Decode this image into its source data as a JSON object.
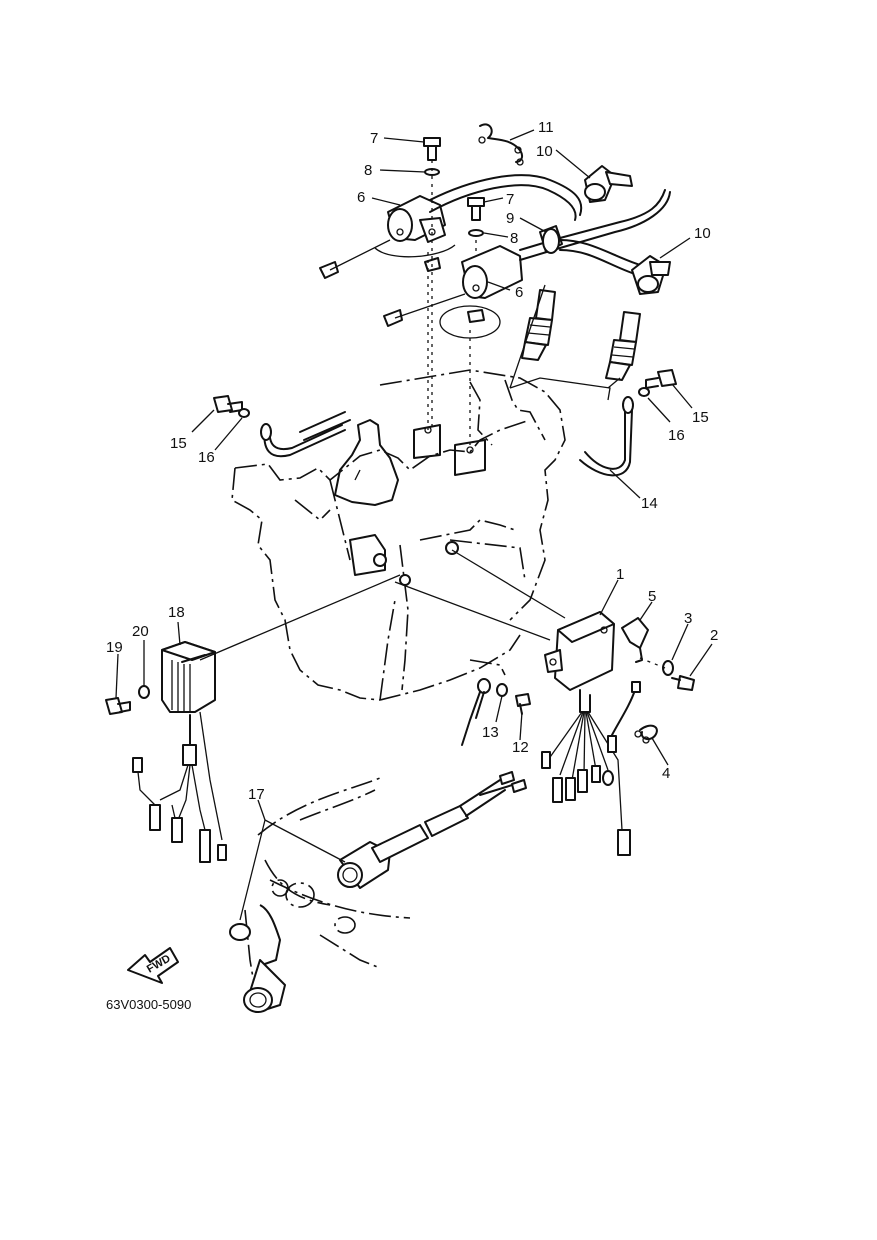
{
  "diagram_code": "63V0300-5090",
  "fwd_label": "FWD",
  "callouts": {
    "c1": "1",
    "c2": "2",
    "c3": "3",
    "c4": "4",
    "c5": "5",
    "c6a": "6",
    "c6b": "6",
    "c7a": "7",
    "c7b": "7",
    "c8a": "8",
    "c8b": "8",
    "c9": "9",
    "c10a": "10",
    "c10b": "10",
    "c11": "11",
    "c12": "12",
    "c13": "13",
    "c14": "14",
    "c15a": "15",
    "c15b": "15",
    "c16a": "16",
    "c16b": "16",
    "c17": "17",
    "c18": "18",
    "c19": "19",
    "c20": "20"
  }
}
